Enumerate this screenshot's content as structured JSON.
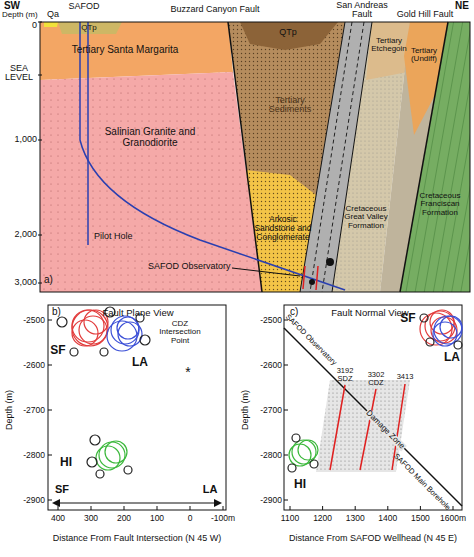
{
  "diagram": {
    "labels": [
      "SW",
      "Depth (m)",
      "Qa",
      "SAFOD",
      "Buzzard Canyon Fault",
      "San Andreas Fault",
      "Gold Hill Fault",
      "NE",
      "0",
      "QTp",
      "QTp",
      "Tertiary Santa Margarita",
      "Tertiary Etchegoin",
      "Tertiary (Undiff)",
      "SEA LEVEL",
      "1,000",
      "Tertiary Sediments",
      "Salinian Granite and Granodiorite",
      "Pilot Hole",
      "2,000",
      "Arkosic Sandstone and Conglomerate",
      "Cretaceous Great Valley Formation",
      "Cretaceous Franciscan Formation",
      "SAFOD Observatory",
      "3,000",
      "a)",
      "b)",
      "Fault Plane View",
      "SF",
      "LA",
      "CDZ Intersection Point",
      "*",
      "HI",
      "SF",
      "LA",
      "-2500",
      "-2600",
      "-2700",
      "-2800",
      "-2900",
      "Depth (m)",
      "400",
      "300",
      "200",
      "100",
      "0",
      "-100m",
      "Distance From Fault Intersection (N 45 W)",
      "c)",
      "Fault Normal View",
      "SF",
      "LA",
      "HI",
      "SAFOD Observatory",
      "Damage Zone",
      "3192 SDZ",
      "3302 CDZ",
      "3413",
      "SAFOD Main Borehole",
      "-2500",
      "-2600",
      "-2700",
      "-2800",
      "-2900",
      "Depth (m)",
      "1100",
      "1200",
      "1300",
      "1400",
      "1500",
      "1600m",
      "Distance From SAFOD Wellhead (N 45 E)"
    ]
  }
}
